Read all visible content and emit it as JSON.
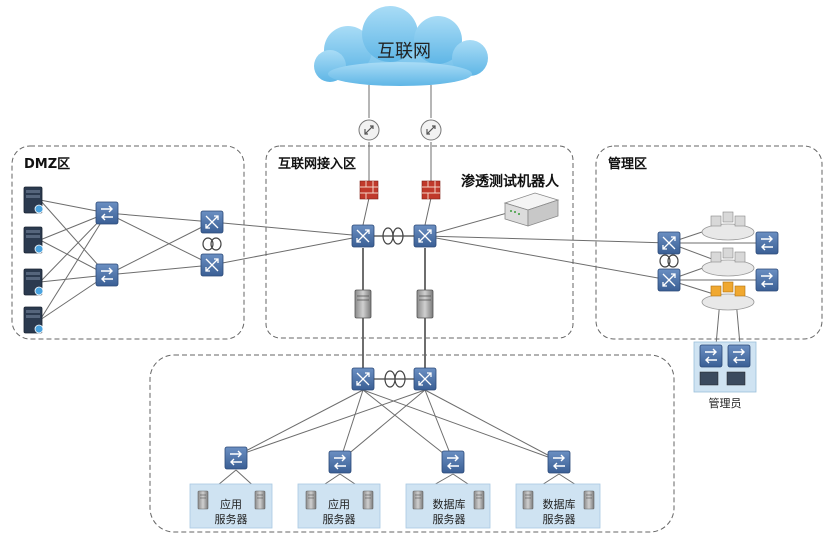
{
  "cloud": {
    "label": "互联网"
  },
  "zones": {
    "dmz": {
      "label": "DMZ区"
    },
    "access": {
      "label": "互联网接入区"
    },
    "mgmt": {
      "label": "管理区"
    }
  },
  "robot": {
    "label": "渗透测试机器人"
  },
  "admin": {
    "label": "管理员"
  },
  "servers": [
    {
      "line1": "应用",
      "line2": "服务器"
    },
    {
      "line1": "应用",
      "line2": "服务器"
    },
    {
      "line1": "数据库",
      "line2": "服务器"
    },
    {
      "line1": "数据库",
      "line2": "服务器"
    }
  ],
  "colors": {
    "switch": "#4a72a8",
    "cloud": "#7ec8ef",
    "firewall": "#c0392b",
    "server_bg": "#cfe3f2",
    "zone_border": "#666666"
  }
}
